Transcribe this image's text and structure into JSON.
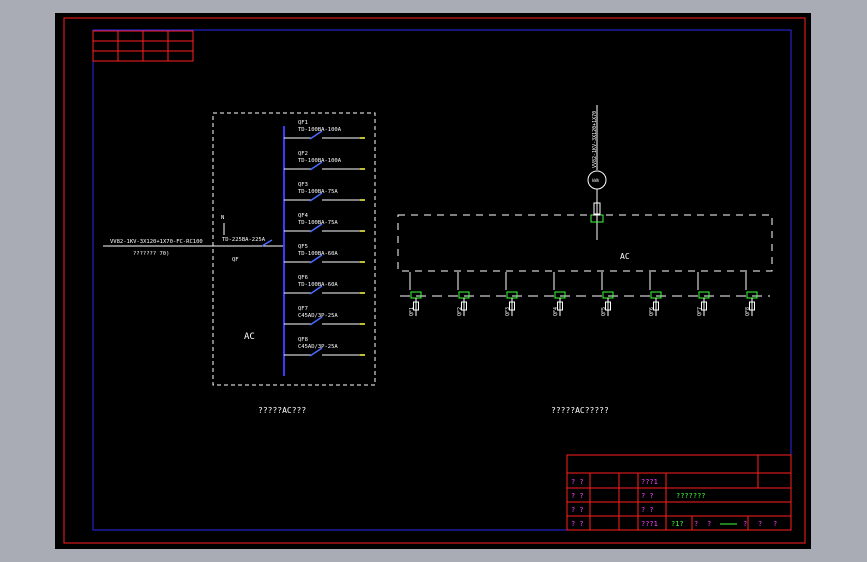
{
  "colors": {
    "background": "#000000",
    "outer_frame": "#ff2020",
    "inner_frame": "#2a2af0",
    "wire": "#ffffff",
    "busbar": "#3a3aff",
    "breaker": "#4a6cff",
    "label": "#ffffff",
    "yellow": "#ffff40",
    "green": "#40ff40",
    "magenta": "#ff40ff",
    "red": "#ff2020"
  },
  "left_panel": {
    "incoming_cable": "VV82-1KV-3X120+1X70-FC-RC100",
    "incoming_note": "??????? 70)",
    "main_breaker_code": "QF",
    "main_breaker_model": "TD-225BA-225A",
    "n_label": "N",
    "panel_label": "AC",
    "caption": "?????AC???",
    "branches": [
      {
        "code": "QF1",
        "model": "TD-100BA-100A"
      },
      {
        "code": "QF2",
        "model": "TD-100BA-100A"
      },
      {
        "code": "QF3",
        "model": "TD-100BA-75A"
      },
      {
        "code": "QF4",
        "model": "TD-100BA-75A"
      },
      {
        "code": "QF5",
        "model": "TD-100BA-60A"
      },
      {
        "code": "QF6",
        "model": "TD-100BA-60A"
      },
      {
        "code": "QF7",
        "model": "C45AD/3P-25A"
      },
      {
        "code": "QF8",
        "model": "C45AD/3P-25A"
      }
    ]
  },
  "right_panel": {
    "vertical_cable": "VV82-1KV-3X120+1X70",
    "meter_label": "kWh",
    "panel_label": "AC",
    "caption": "?????AC?????",
    "feeder_labels": [
      "QF1",
      "QF2",
      "QF3",
      "QF4",
      "QF5",
      "QF6",
      "QF7",
      "QF8"
    ]
  },
  "title_block": {
    "rows": [
      [
        "? ?",
        "???1"
      ],
      [
        "? ?",
        "? ?"
      ],
      [
        "? ?",
        "? ?"
      ],
      [
        "? ?",
        "???1"
      ]
    ],
    "project_name": "???????",
    "bottom_row": [
      "?1?",
      "?",
      "?",
      "?",
      "?",
      "?"
    ]
  }
}
